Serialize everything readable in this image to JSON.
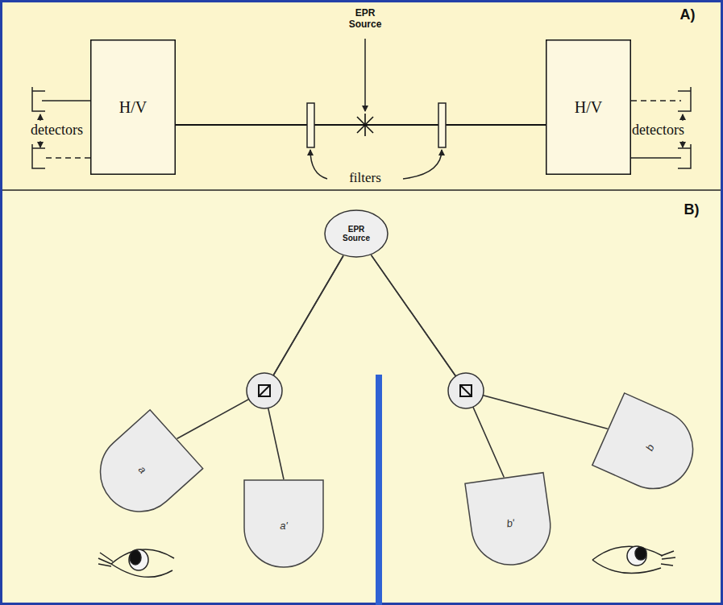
{
  "diagram": {
    "nodes": [
      {
        "text": [
          "H/V"
        ]
      },
      {
        "text": [
          "H/V"
        ]
      },
      {
        "text": [
          "EPR Source"
        ]
      },
      {
        "text": [
          "a"
        ]
      },
      {
        "text": [
          "a'"
        ]
      },
      {
        "text": [
          "b'"
        ]
      },
      {
        "text": [
          "b"
        ]
      }
    ],
    "edges": [
      {
        "from": 0,
        "to": 1,
        "arrow": "none"
      },
      {
        "from": 2,
        "to": 3,
        "arrow": "none"
      },
      {
        "from": 2,
        "to": 4,
        "arrow": "none"
      },
      {
        "from": 2,
        "to": 5,
        "arrow": "none"
      },
      {
        "from": 2,
        "to": 6,
        "arrow": "none"
      }
    ],
    "labels": [
      "A)",
      "EPR Source",
      "detectors",
      "filters",
      "detectors",
      "B)"
    ]
  }
}
